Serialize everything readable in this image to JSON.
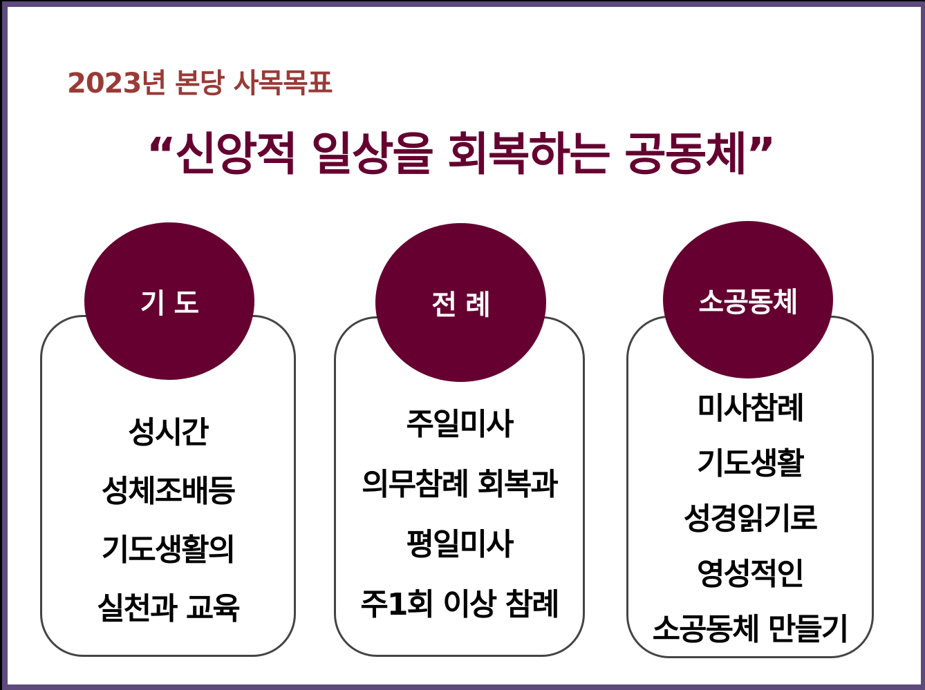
{
  "subtitle": "2023년 본당 사목목표",
  "title": "“신앙적 일상을 회복하는 공동체”",
  "columns": [
    {
      "heading": "기 도",
      "lines": [
        "성시간",
        "성체조배등",
        "기도생활의",
        "실천과 교육"
      ]
    },
    {
      "heading": "전 례",
      "lines": [
        "주일미사",
        "의무참례 회복과",
        "평일미사",
        "주1회 이상 참례"
      ]
    },
    {
      "heading": "소공동체",
      "lines": [
        "미사참례",
        "기도생활",
        "성경읽기로",
        "영성적인",
        "소공동체 만들기"
      ]
    }
  ],
  "colors": {
    "border": "#5e4a7c",
    "subtitle": "#9a3a36",
    "accent": "#650030"
  }
}
